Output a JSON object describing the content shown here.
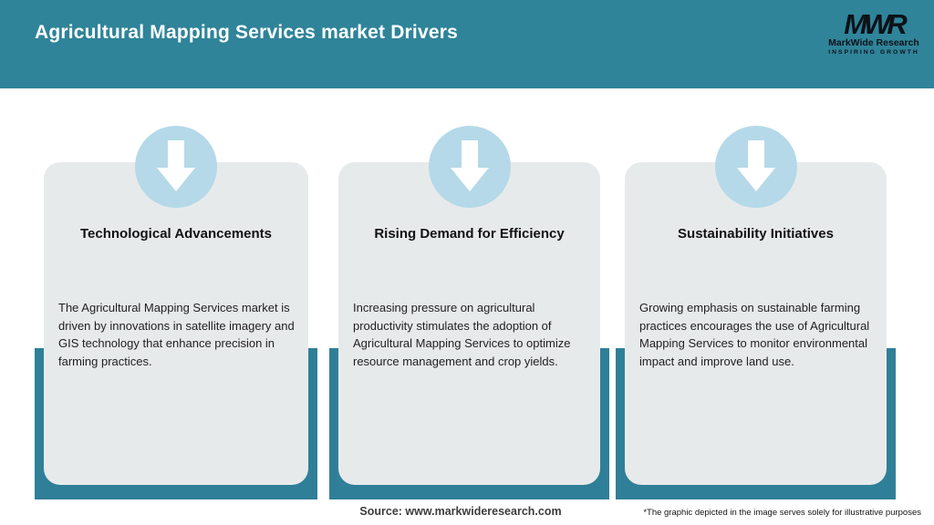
{
  "header": {
    "title": "Agricultural Mapping Services market Drivers",
    "logo": {
      "mark": "MWR",
      "name": "MarkWide Research",
      "tagline": "INSPIRING GROWTH"
    }
  },
  "cards": [
    {
      "icon": "down-arrow-icon",
      "title": "Technological Advancements",
      "body": "The Agricultural Mapping Services market is driven by innovations in satellite imagery and GIS technology that enhance precision in farming practices."
    },
    {
      "icon": "down-arrow-icon",
      "title": "Rising Demand for Efficiency",
      "body": "Increasing pressure on agricultural productivity stimulates the adoption of Agricultural Mapping Services to optimize resource management and crop yields."
    },
    {
      "icon": "down-arrow-icon",
      "title": "Sustainability Initiatives",
      "body": "Growing emphasis on sustainable farming practices encourages the use of Agricultural Mapping Services to monitor environmental impact and improve land use."
    }
  ],
  "footer": {
    "source": "Source: www.markwideresearch.com",
    "disclaimer": "*The graphic depicted in the image serves solely for illustrative purposes"
  },
  "colors": {
    "header_teal": "#2f8499",
    "band_teal": "#2f7f98",
    "circle_blue": "#b5d9e8",
    "card_gray": "#e7eaeb"
  }
}
